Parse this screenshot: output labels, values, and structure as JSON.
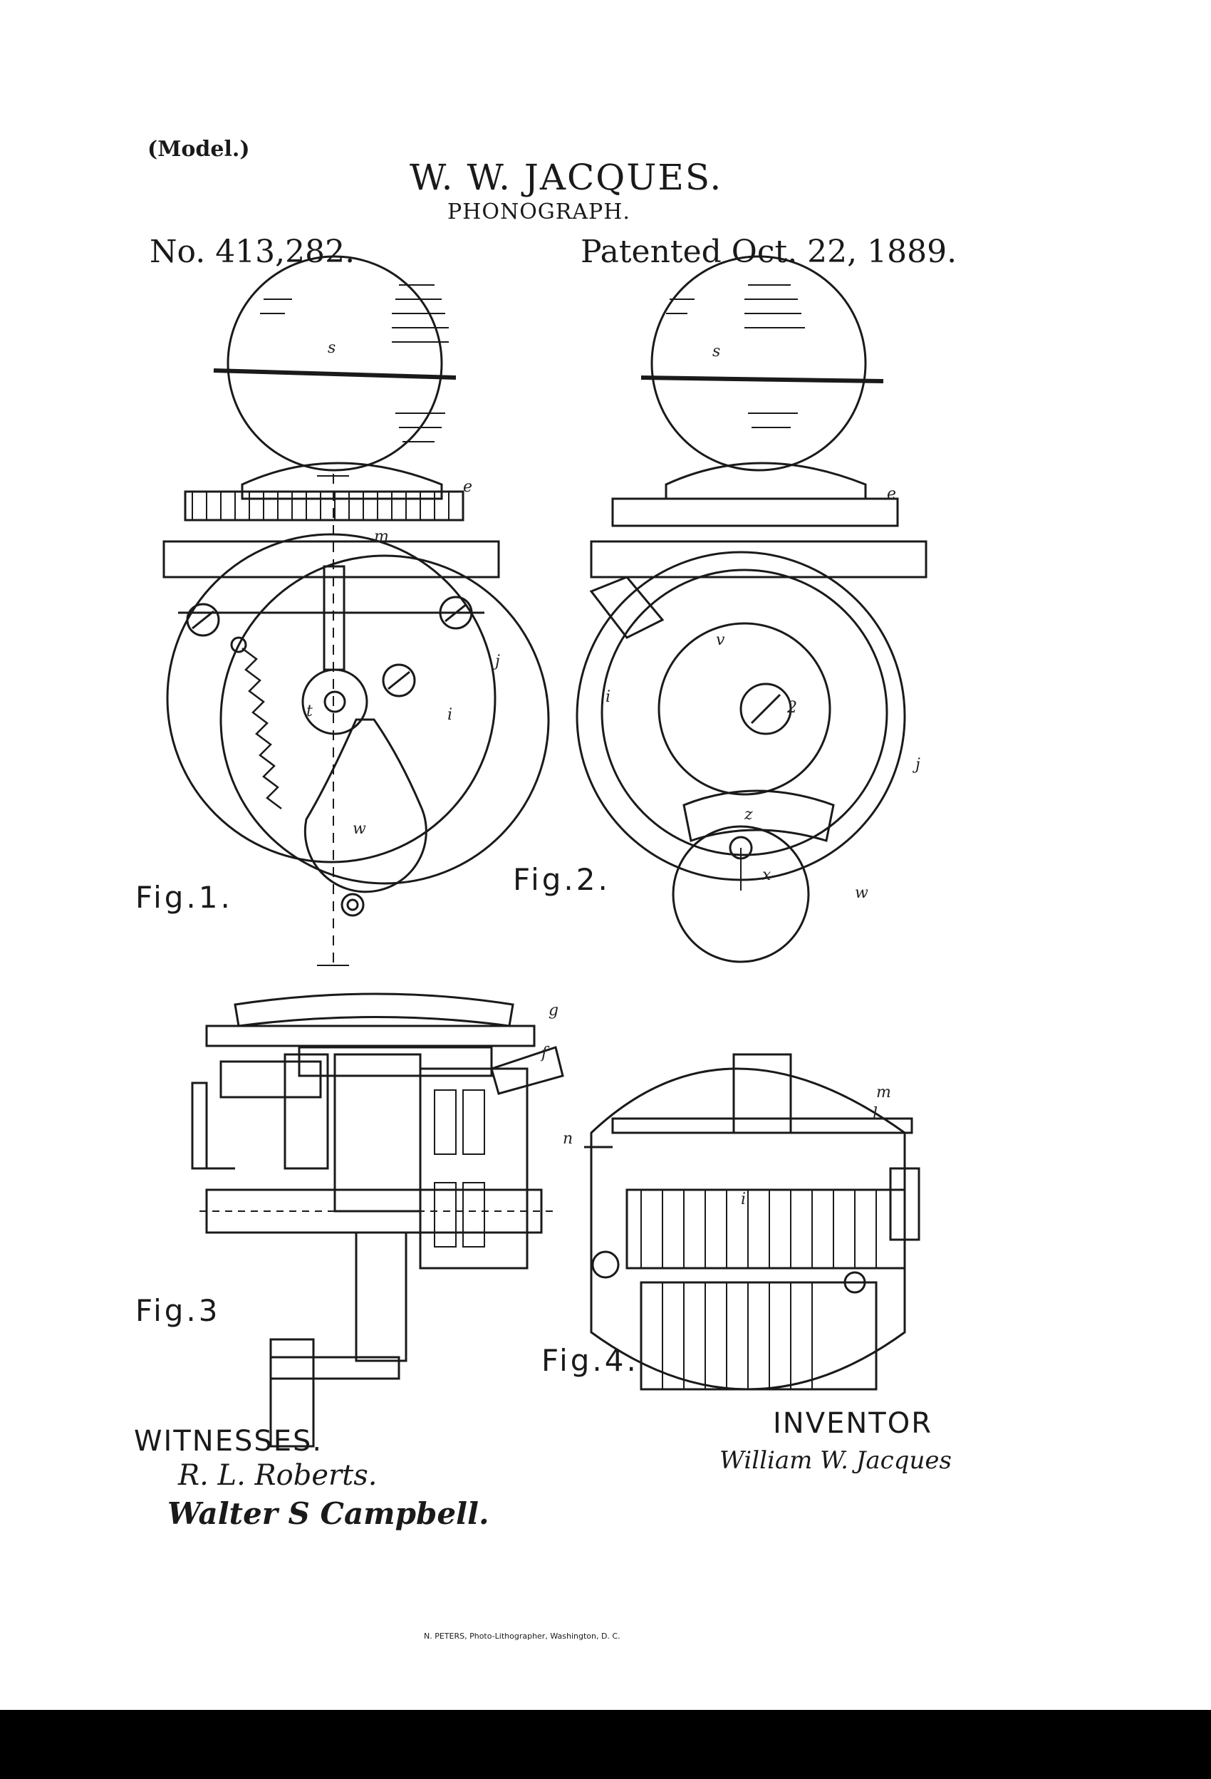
{
  "header": {
    "model": "(Model.)",
    "inventor": "W. W. JACQUES.",
    "title": "PHONOGRAPH.",
    "patent_number": "No. 413,282.",
    "patent_date": "Patented Oct. 22, 1889."
  },
  "figures": {
    "fig1": "Fig.1.",
    "fig2": "Fig.2.",
    "fig3": "Fig.3",
    "fig4": "Fig.4."
  },
  "footer": {
    "witnesses_label": "WITNESSES.",
    "witness_1": "R. L. Roberts.",
    "witness_2": "Walter S Campbell.",
    "inventor_label": "INVENTOR",
    "inventor_signature": "William W. Jacques",
    "printer": "N. PETERS, Photo-Lithographer, Washington, D. C."
  },
  "colors": {
    "ink": "#1a1a1a",
    "paper": "#ffffff",
    "scan_edge": "#000000"
  }
}
